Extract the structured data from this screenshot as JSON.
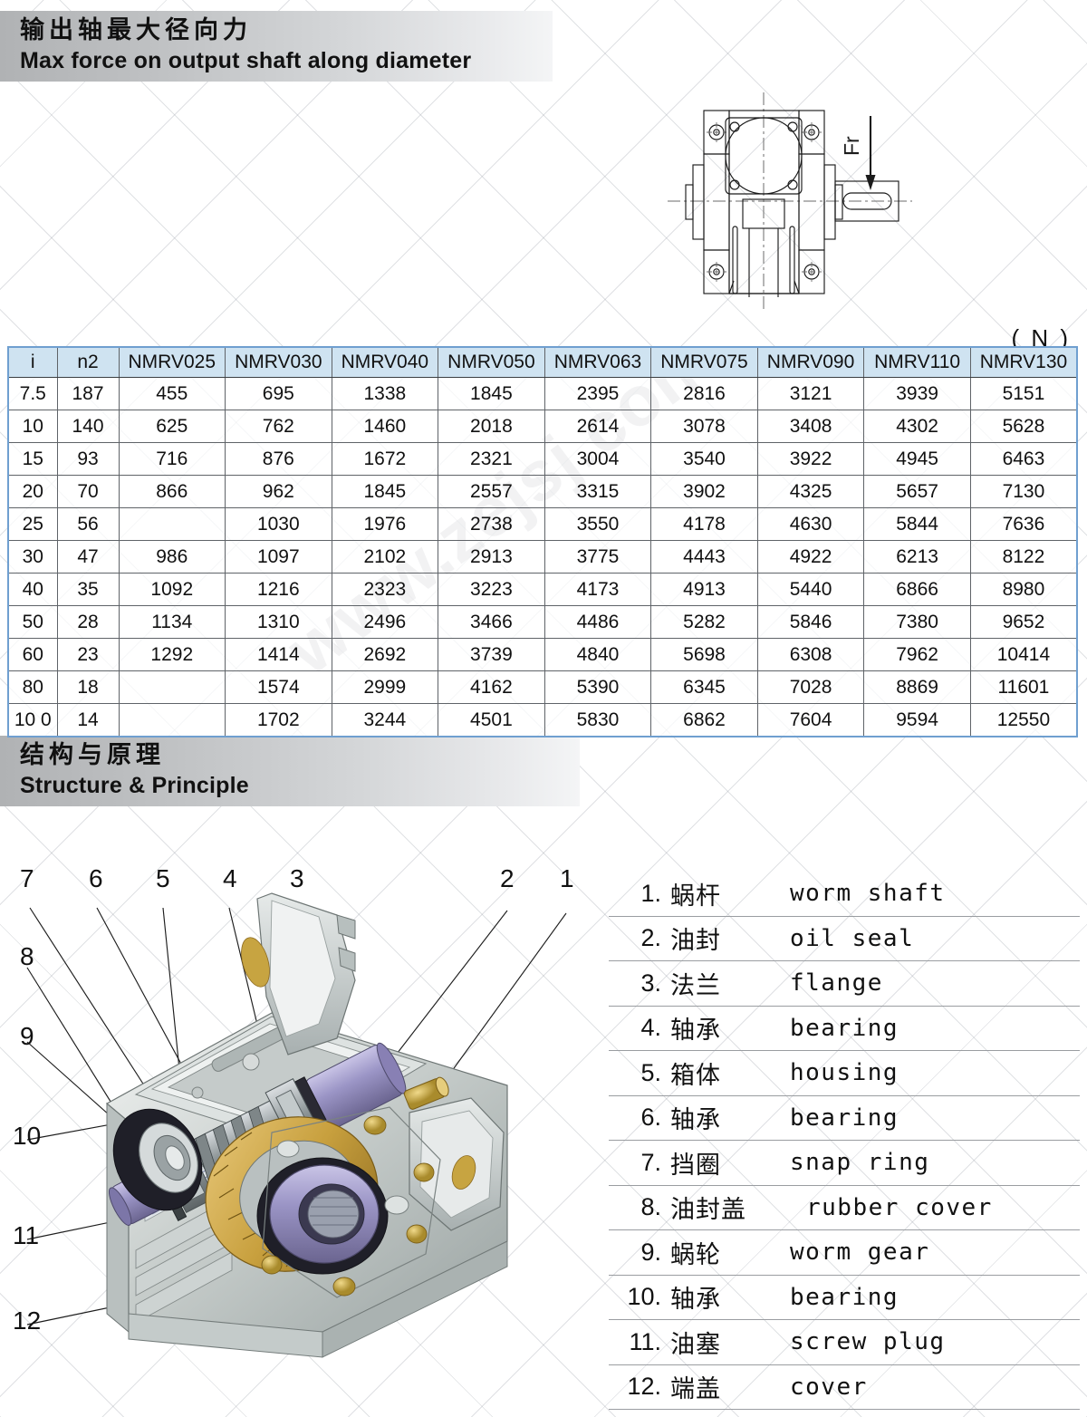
{
  "sections": {
    "force": {
      "title_cn": "输出轴最大径向力",
      "title_en": "Max  force on output shaft along diameter",
      "unit": "( N )"
    },
    "structure": {
      "title_cn": "结构与原理",
      "title_en": "Structure & Principle"
    }
  },
  "drawing": {
    "force_arrow_label": "Fr"
  },
  "watermark": {
    "url": "www.zejsj.com"
  },
  "table": {
    "headers": [
      "i",
      "n2",
      "NMRV025",
      "NMRV030",
      "NMRV040",
      "NMRV050",
      "NMRV063",
      "NMRV075",
      "NMRV090",
      "NMRV110",
      "NMRV130"
    ],
    "rows": [
      [
        "7.5",
        "187",
        "455",
        "695",
        "1338",
        "1845",
        "2395",
        "2816",
        "3121",
        "3939",
        "5151"
      ],
      [
        "10",
        "140",
        "625",
        "762",
        "1460",
        "2018",
        "2614",
        "3078",
        "3408",
        "4302",
        "5628"
      ],
      [
        "15",
        "93",
        "716",
        "876",
        "1672",
        "2321",
        "3004",
        "3540",
        "3922",
        "4945",
        "6463"
      ],
      [
        "20",
        "70",
        "866",
        "962",
        "1845",
        "2557",
        "3315",
        "3902",
        "4325",
        "5657",
        "7130"
      ],
      [
        "25",
        "56",
        "",
        "1030",
        "1976",
        "2738",
        "3550",
        "4178",
        "4630",
        "5844",
        "7636"
      ],
      [
        "30",
        "47",
        "986",
        "1097",
        "2102",
        "2913",
        "3775",
        "4443",
        "4922",
        "6213",
        "8122"
      ],
      [
        "40",
        "35",
        "1092",
        "1216",
        "2323",
        "3223",
        "4173",
        "4913",
        "5440",
        "6866",
        "8980"
      ],
      [
        "50",
        "28",
        "1134",
        "1310",
        "2496",
        "3466",
        "4486",
        "5282",
        "5846",
        "7380",
        "9652"
      ],
      [
        "60",
        "23",
        "1292",
        "1414",
        "2692",
        "3739",
        "4840",
        "5698",
        "6308",
        "7962",
        "10414"
      ],
      [
        "80",
        "18",
        "",
        "1574",
        "2999",
        "4162",
        "5390",
        "6345",
        "7028",
        "8869",
        "11601"
      ],
      [
        "10 0",
        "14",
        "",
        "1702",
        "3244",
        "4501",
        "5830",
        "6862",
        "7604",
        "9594",
        "12550"
      ]
    ]
  },
  "callouts": [
    "1",
    "2",
    "3",
    "4",
    "5",
    "6",
    "7",
    "8",
    "9",
    "10",
    "11",
    "12"
  ],
  "legend": [
    {
      "num": "1.",
      "cn": "蜗杆",
      "en": "worm shaft"
    },
    {
      "num": "2.",
      "cn": "油封",
      "en": "oil seal"
    },
    {
      "num": "3.",
      "cn": "法兰",
      "en": "flange"
    },
    {
      "num": "4.",
      "cn": "轴承",
      "en": "bearing"
    },
    {
      "num": "5.",
      "cn": "箱体",
      "en": "housing"
    },
    {
      "num": "6.",
      "cn": "轴承",
      "en": "bearing"
    },
    {
      "num": "7.",
      "cn": "挡圈",
      "en": "snap ring"
    },
    {
      "num": "8.",
      "cn": "油封盖",
      "en": "rubber cover"
    },
    {
      "num": "9.",
      "cn": "蜗轮",
      "en": "worm gear"
    },
    {
      "num": "10.",
      "cn": "轴承",
      "en": "bearing"
    },
    {
      "num": "11.",
      "cn": "油塞",
      "en": "screw plug"
    },
    {
      "num": "12.",
      "cn": "端盖",
      "en": "cover"
    }
  ],
  "colors": {
    "table_header_blue": "#cfe3f1",
    "table_border_blue": "#6f9fd0",
    "band_gray": "#b0b2b4"
  }
}
